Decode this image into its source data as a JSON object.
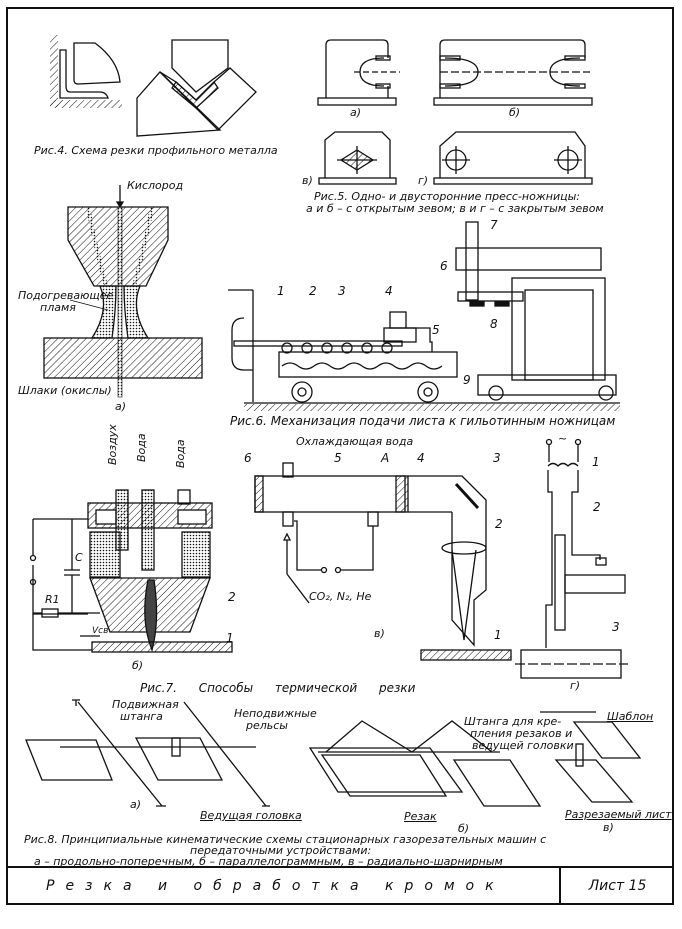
{
  "sheet": {
    "title": "Резка и обработка кромок",
    "sheet_label": "Лист 15"
  },
  "fig4": {
    "caption": "Рис.4. Схема резки профильного металла"
  },
  "fig5": {
    "caption_line1": "Рис.5. Одно- и двусторонние пресс-ножницы:",
    "caption_line2": "а и б – с открытым зевом; в и г – с закрытым зевом",
    "sub_a": "а)",
    "sub_b": "б)",
    "sub_v": "в)",
    "sub_g": "г)"
  },
  "fig6": {
    "caption": "Рис.6. Механизация подачи листа к гильотинным ножницам",
    "numbers": [
      "1",
      "2",
      "3",
      "4",
      "5",
      "6",
      "7",
      "8",
      "9"
    ]
  },
  "fig7": {
    "caption": "Рис.7. Способы термической резки",
    "a": {
      "oxygen": "Кислород",
      "flame_line1": "Подогревающее",
      "flame_line2": "пламя",
      "slag": "Шлаки (окислы)",
      "sub": "а)"
    },
    "b": {
      "air": "Воздух",
      "water_in": "Вода",
      "water_out": "Вода",
      "capacitor": "C",
      "resistor": "R1",
      "speed": "Vсв",
      "n1": "1",
      "n2": "2",
      "sub": "б)"
    },
    "v": {
      "cooling_water": "Охлаждающая вода",
      "gas": "CO₂, N₂, He",
      "A": "A",
      "n1": "1",
      "n2": "2",
      "n3": "3",
      "n4": "4",
      "n5": "5",
      "n6": "6",
      "sub": "в)"
    },
    "g": {
      "ac": "~",
      "n1": "1",
      "n2": "2",
      "n3": "3",
      "sub": "г)"
    }
  },
  "fig8": {
    "caption_line1": "Рис.8. Принципиальные кинематические схемы стационарных газорезательных машин с",
    "caption_line2": "передаточными устройствами:",
    "caption_line3": "а – продольно-поперечным, б – параллелограммным, в – радиально-шарнирным",
    "a": {
      "movable_bar_l1": "Подвижная",
      "movable_bar_l2": "штанга",
      "fixed_rails_l1": "Неподвижные",
      "fixed_rails_l2": "рельсы",
      "leading_head": "Ведущая головка",
      "sub": "а)"
    },
    "b": {
      "bar_l1": "Штанга для кре-",
      "bar_l2": "пления резаков и",
      "bar_l3": "ведущей головки",
      "cutter": "Резак",
      "sub": "б)"
    },
    "v": {
      "template": "Шаблон",
      "cut_sheet": "Разрезаемый лист",
      "sub": "в)"
    }
  }
}
